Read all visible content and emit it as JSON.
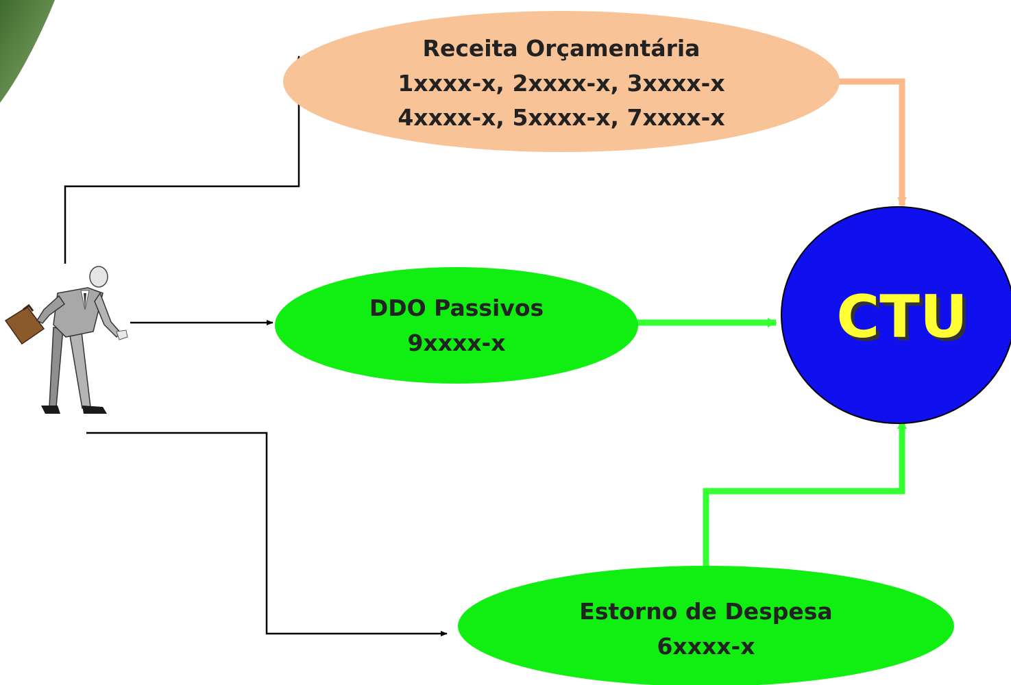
{
  "nodes": {
    "receita": {
      "lines": [
        "Receita Orçamentária",
        "1xxxx-x, 2xxxx-x, 3xxxx-x",
        "4xxxx-x, 5xxxx-x, 7xxxx-x"
      ],
      "color": "#f9c398"
    },
    "ddo": {
      "lines": [
        "DDO Passivos",
        "9xxxx-x"
      ],
      "color": "#11ee11"
    },
    "estorno": {
      "lines": [
        "Estorno de Despesa",
        "6xxxx-x"
      ],
      "color": "#11ee11"
    },
    "ctu": {
      "label": "CTU",
      "color": "#1010ee",
      "text_color": "#ffff33"
    }
  },
  "icons": {
    "person": "businessman-with-briefcase-icon",
    "corner": "green-leaf-corner-decoration"
  },
  "connector_colors": {
    "black": "#000000",
    "peach": "#f9b98a",
    "green": "#33ff33"
  }
}
